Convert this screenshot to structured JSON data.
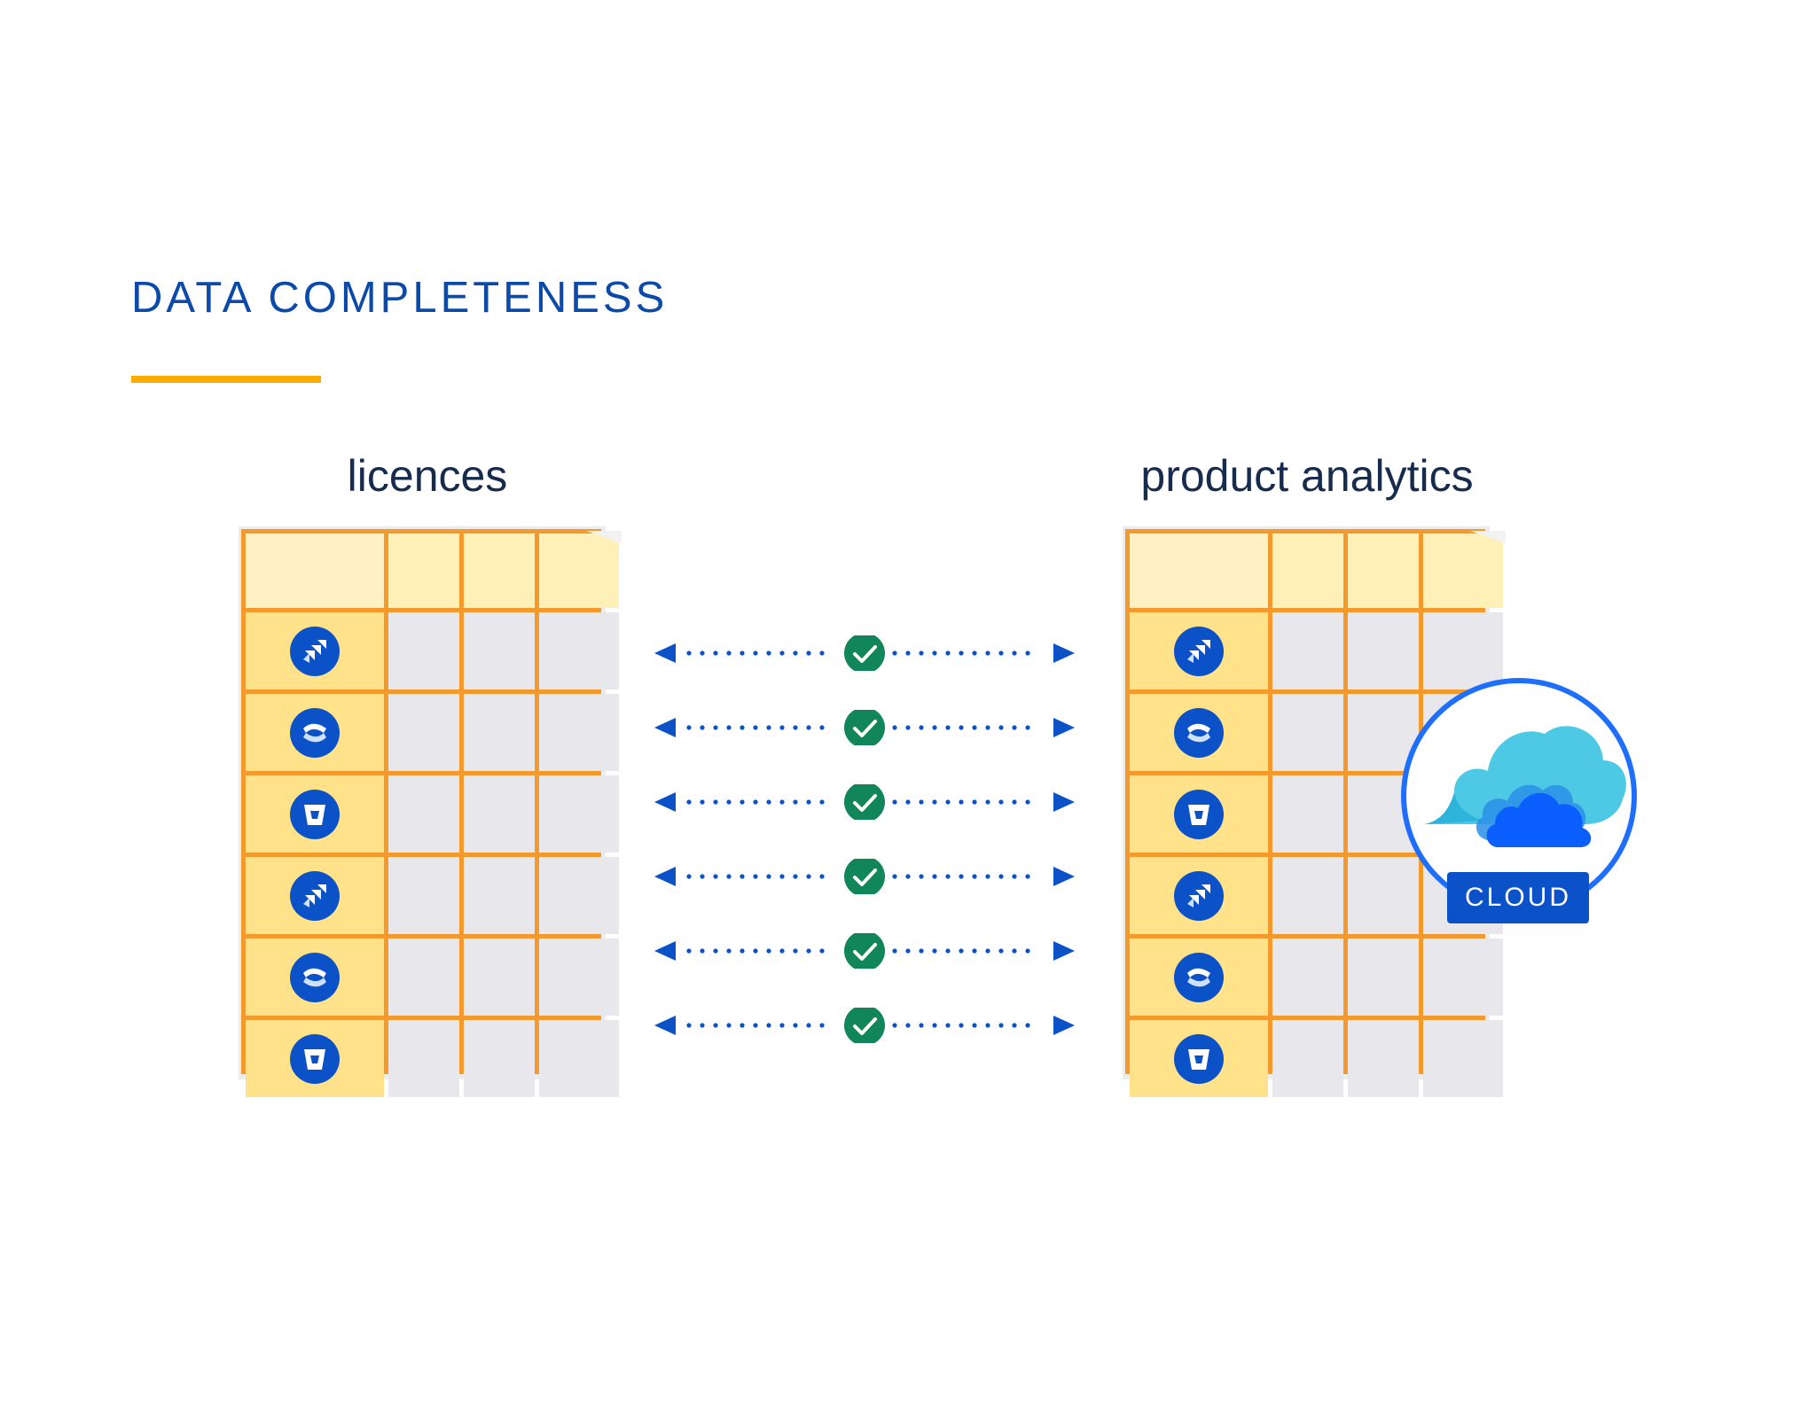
{
  "header": {
    "title": "DATA COMPLETENESS",
    "accent_color": "#ffab00",
    "title_color": "#0b4aa8"
  },
  "tables": [
    {
      "label": "licences",
      "rows": [
        "jira-icon",
        "confluence-icon",
        "bitbucket-icon",
        "jira-icon",
        "confluence-icon",
        "bitbucket-icon"
      ]
    },
    {
      "label": "product analytics",
      "rows": [
        "jira-icon",
        "confluence-icon",
        "bitbucket-icon",
        "jira-icon",
        "confluence-icon",
        "bitbucket-icon"
      ]
    }
  ],
  "connectors": {
    "count": 6,
    "status_icon": "check-circle-icon",
    "arrow_color": "#0b52c8",
    "check_color": "#10865a"
  },
  "cloud_badge": {
    "label": "CLOUD",
    "icon": "cloud-icon",
    "ring_color": "#1f6fff"
  }
}
